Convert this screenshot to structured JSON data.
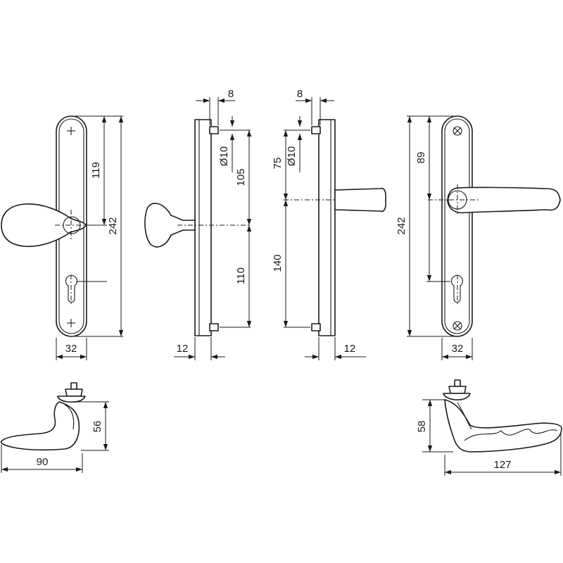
{
  "dimensions": {
    "knob_plate_width": "32",
    "knob_upper": "119",
    "knob_total": "242",
    "knob_side_pin_offset": "8",
    "knob_side_pin_diameter": "Ø10",
    "knob_side_upper": "105",
    "knob_side_lower": "110",
    "knob_side_depth": "12",
    "lever_side_pin_offset": "8",
    "lever_side_pin_diameter": "Ø10",
    "lever_side_upper": "75",
    "lever_side_lower": "140",
    "lever_side_depth": "12",
    "lever_front_upper": "89",
    "lever_front_total": "242",
    "lever_front_plate_width": "32",
    "knob_top_height": "56",
    "knob_top_length": "90",
    "lever_top_height": "58",
    "lever_top_length": "127"
  },
  "colors": {
    "line": "#1a1a1a",
    "background": "#ffffff"
  }
}
